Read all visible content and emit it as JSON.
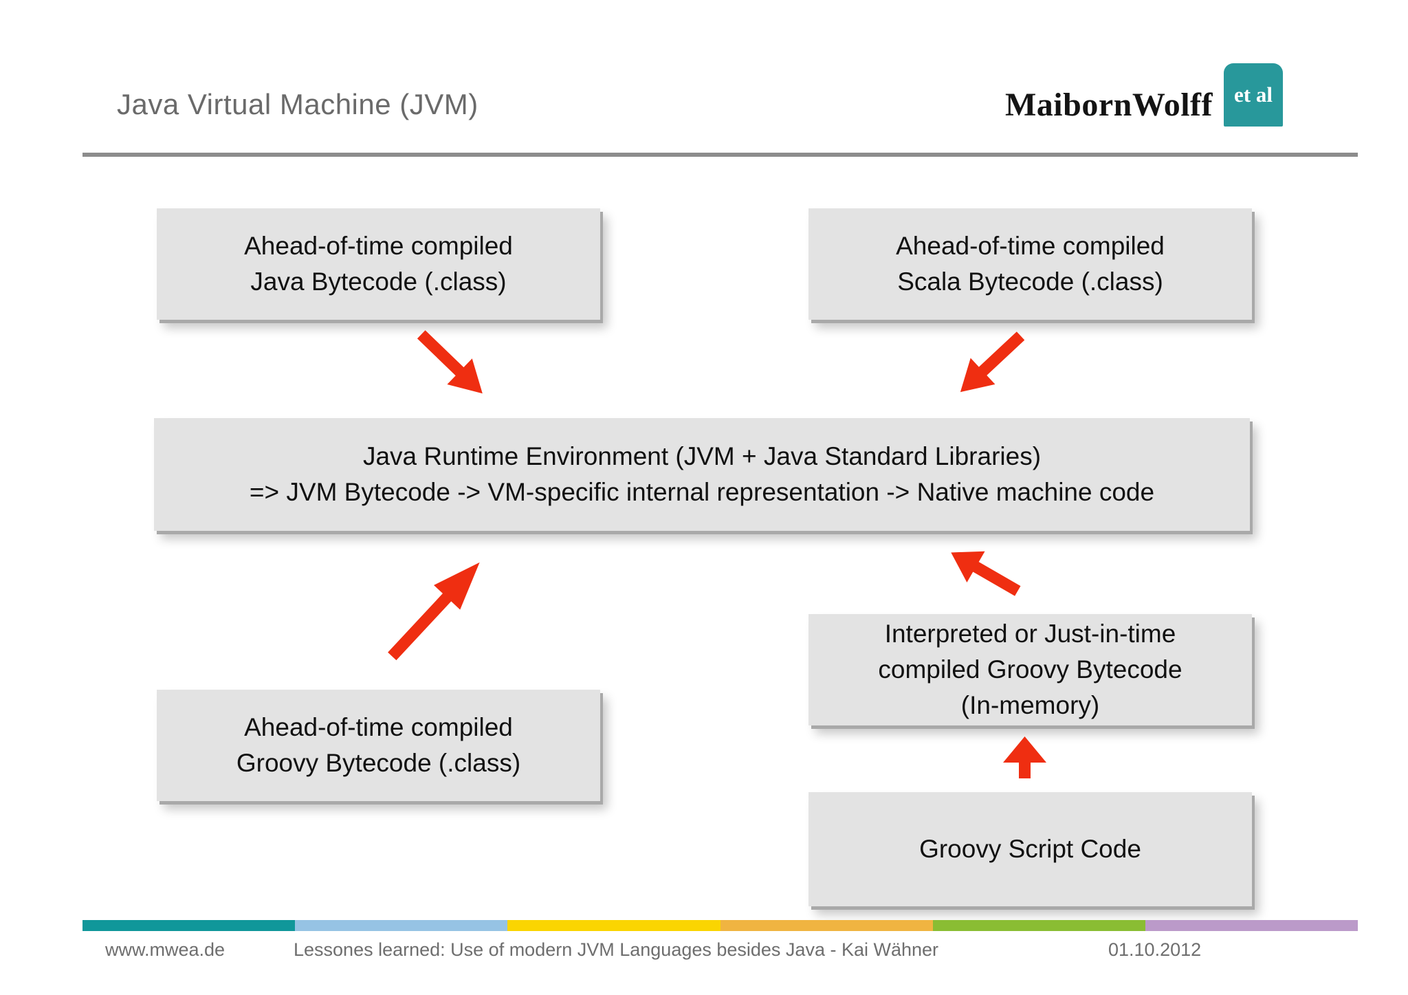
{
  "header": {
    "title": "Java Virtual Machine (JVM)",
    "logo": {
      "wordmark": "MaibornWolff",
      "badge": "et al"
    }
  },
  "boxes": {
    "java": {
      "lines": [
        "Ahead-of-time compiled",
        "Java Bytecode (.class)"
      ]
    },
    "scala": {
      "lines": [
        "Ahead-of-time compiled",
        "Scala Bytecode (.class)"
      ]
    },
    "jre": {
      "lines": [
        "Java Runtime Environment (JVM + Java Standard Libraries)",
        "=> JVM Bytecode -> VM-specific internal representation -> Native machine code"
      ]
    },
    "groovy_class": {
      "lines": [
        "Ahead-of-time compiled",
        "Groovy Bytecode (.class)"
      ]
    },
    "groovy_jit": {
      "lines": [
        "Interpreted or Just-in-time",
        "compiled Groovy Bytecode",
        "(In-memory)"
      ]
    },
    "groovy_script": {
      "lines": [
        "Groovy Script Code"
      ]
    }
  },
  "footer": {
    "url": "www.mwea.de",
    "caption": "Lessones learned: Use of modern JVM Languages besides Java - Kai Wähner",
    "date": "01.10.2012",
    "stripe_colors": [
      "#10979a",
      "#96c3e4",
      "#fad501",
      "#f0b441",
      "#8abd33",
      "#bb9ac9"
    ]
  },
  "colors": {
    "arrow_red": "#ef2e11",
    "box_fill": "#e3e3e3",
    "box_edge": "#a9a9a9",
    "badge_teal": "#28989b",
    "rule_gray": "#8c8c8c",
    "title_gray": "#6a6a6a",
    "footer_text_gray": "#6e6e6e"
  }
}
